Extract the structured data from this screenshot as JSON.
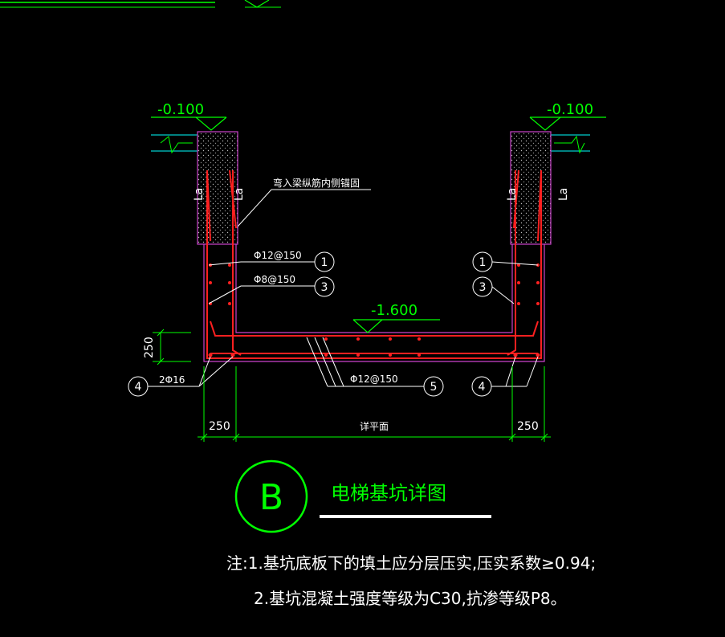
{
  "elevations": {
    "top_left": "-0.100",
    "top_right": "-0.100",
    "pit_bottom": "-1.600"
  },
  "anchor_label_left": "La",
  "anchor_label_right": "La",
  "leader_note": "弯入梁纵筋内侧锚固",
  "rebar": {
    "wall_vertical": "Φ12@150",
    "wall_horizontal": "Φ8@150",
    "corner_bars": "2Φ16",
    "bottom_slab": "Φ12@150"
  },
  "markers": {
    "m1": "1",
    "m3": "3",
    "m4": "4",
    "m5": "5"
  },
  "dimensions": {
    "slab_thickness": "250",
    "left_wall": "250",
    "right_wall": "250",
    "middle": "详平面"
  },
  "title": {
    "symbol": "B",
    "text": "电梯基坑详图"
  },
  "notes": {
    "line1": "注:1.基坑底板下的填土应分层压实,压实系数≥0.94;",
    "line2": "2.基坑混凝土强度等级为C30,抗渗等级P8。"
  },
  "colors": {
    "background": "#000000",
    "green": "#00ff00",
    "rebar_red": "#ff2020",
    "outline_magenta": "#cc44cc",
    "white": "#ffffff",
    "cyan": "#00ffff"
  }
}
